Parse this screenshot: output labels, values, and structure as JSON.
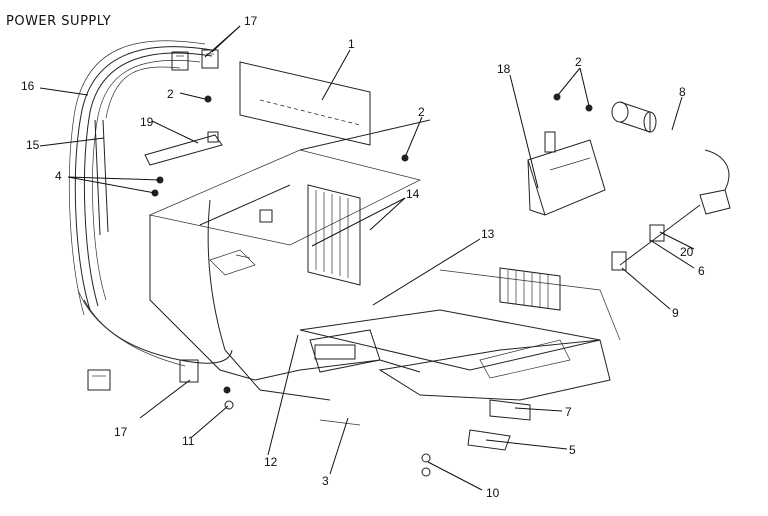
{
  "title": "POWER SUPPLY",
  "callouts": {
    "c1": "1",
    "c2a": "2",
    "c2b": "2",
    "c2c": "2",
    "c3": "3",
    "c4": "4",
    "c5": "5",
    "c6": "6",
    "c7": "7",
    "c8": "8",
    "c9": "9",
    "c10": "10",
    "c11": "11",
    "c12": "12",
    "c13": "13",
    "c14": "14",
    "c15": "15",
    "c16": "16",
    "c17a": "17",
    "c17b": "17",
    "c18": "18",
    "c19": "19",
    "c20": "20"
  }
}
